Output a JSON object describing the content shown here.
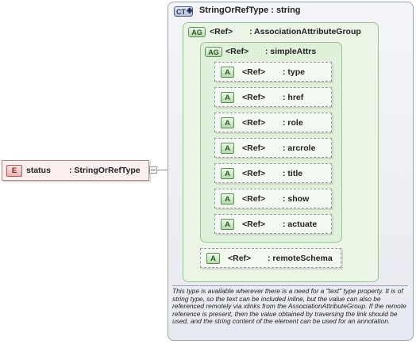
{
  "complex_type": {
    "tag": "CT",
    "title": "StringOrRefType : string"
  },
  "element": {
    "tag": "E",
    "name": "status",
    "type": ": StringOrRefType"
  },
  "attribute_group_outer": {
    "tag": "AG",
    "ref": "<Ref>",
    "name": ": AssociationAttributeGroup"
  },
  "attribute_group_inner": {
    "tag": "AG",
    "ref": "<Ref>",
    "name": ": simpleAttrs"
  },
  "attributes": [
    {
      "tag": "A",
      "ref": "<Ref>",
      "name": ": type"
    },
    {
      "tag": "A",
      "ref": "<Ref>",
      "name": ": href"
    },
    {
      "tag": "A",
      "ref": "<Ref>",
      "name": ": role"
    },
    {
      "tag": "A",
      "ref": "<Ref>",
      "name": ": arcrole"
    },
    {
      "tag": "A",
      "ref": "<Ref>",
      "name": ": title"
    },
    {
      "tag": "A",
      "ref": "<Ref>",
      "name": ": show"
    },
    {
      "tag": "A",
      "ref": "<Ref>",
      "name": ": actuate"
    }
  ],
  "remote_schema": {
    "tag": "A",
    "ref": "<Ref>",
    "name": ": remoteSchema"
  },
  "documentation": "This type is available wherever there is a need for a \"text\" type property. It is of string type, so the text can be included inline, but the value can also be referenced remotely via xlinks from the AssociationAttributeGroup. If the remote reference is present, then the value obtained by traversing the link should be used, and the string content of the element can be used for an annotation."
}
